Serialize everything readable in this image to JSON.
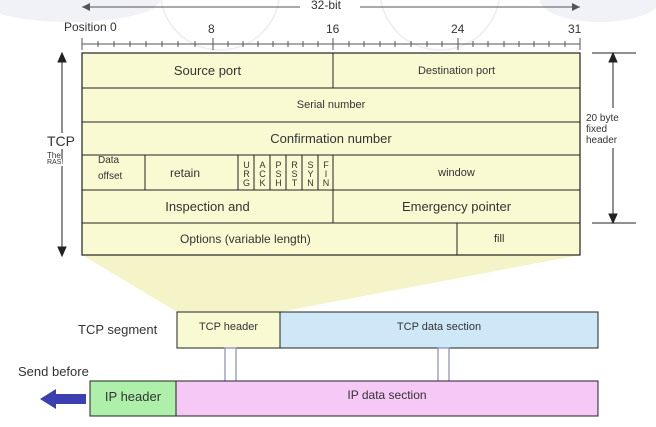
{
  "ruler": {
    "width_label": "32-bit",
    "position_label": "Position 0",
    "ticks": [
      "8",
      "16",
      "24",
      "31"
    ]
  },
  "side": {
    "tcp_label": "TCP",
    "tcp_sub1": "The",
    "tcp_sub2": "RAS!",
    "header_note_1": "20 byte",
    "header_note_2": "fixed",
    "header_note_3": "header"
  },
  "header_fields": {
    "source_port": "Source port",
    "destination_port": "Destination port",
    "serial_number": "Serial number",
    "confirmation_number": "Confirmation number",
    "data_offset_1": "Data",
    "data_offset_2": "offset",
    "retain": "retain",
    "flags": [
      "URG",
      "ACK",
      "PSH",
      "RST",
      "SYN",
      "FIN"
    ],
    "window": "window",
    "inspection": "Inspection and",
    "emergency_pointer": "Emergency pointer",
    "options": "Options (variable length)",
    "fill": "fill"
  },
  "segment": {
    "label": "TCP segment",
    "header": "TCP header",
    "data": "TCP data section"
  },
  "ip": {
    "send_label": "Send before",
    "header": "IP header",
    "data": "IP data section"
  },
  "colors": {
    "tcp_header_fill": "#fafad2",
    "tcp_data_fill": "#cfe8f7",
    "ip_header_fill": "#aef0aa",
    "ip_data_fill": "#f5c8f5",
    "arrow_fill": "#3b3fb0"
  }
}
